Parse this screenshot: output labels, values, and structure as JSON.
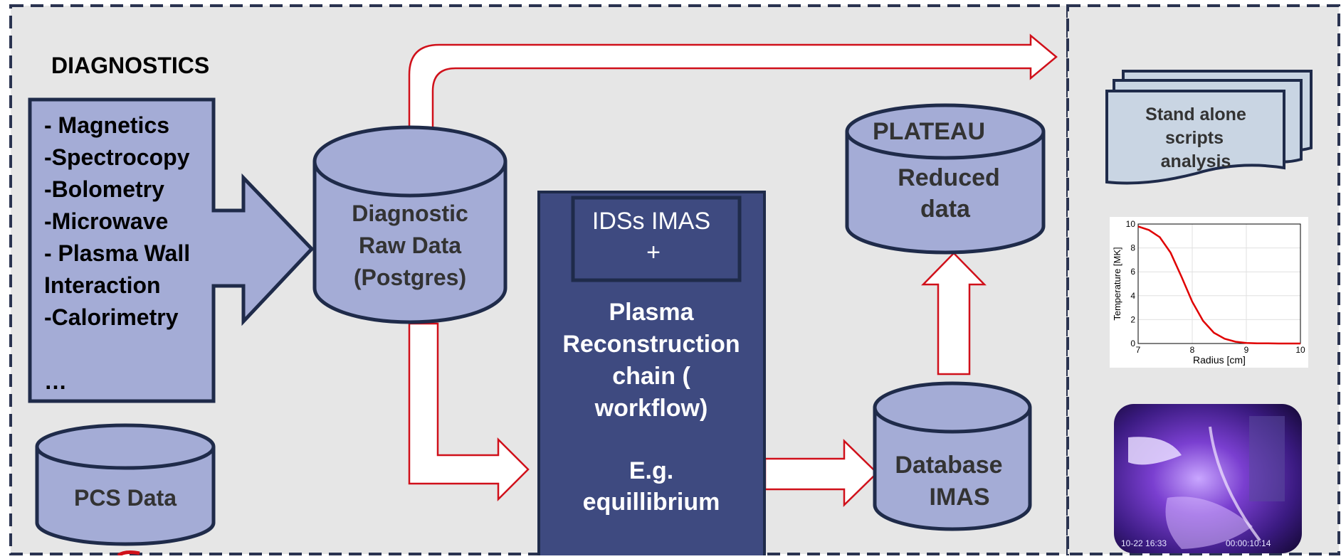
{
  "title": "DIAGNOSTICS",
  "diagnostics_list": [
    "- Magnetics",
    "-Spectrocopy",
    "-Bolometry",
    "-Microwave",
    "- Plasma Wall",
    "Interaction",
    "-Calorimetry",
    "",
    "…"
  ],
  "raw_data": [
    "Diagnostic",
    "Raw Data",
    "(Postgres)"
  ],
  "pcs": "PCS Data",
  "ids_box": [
    "IDSs IMAS",
    "+"
  ],
  "reconstruction": [
    "Plasma",
    "Reconstruction",
    "chain (",
    "workflow)",
    "",
    "E.g.",
    "equillibrium"
  ],
  "database": [
    "Database",
    "IMAS"
  ],
  "plateau": {
    "title": "PLATEAU",
    "body": [
      "Reduced",
      "data"
    ]
  },
  "scripts": [
    "Stand alone",
    "scripts",
    "analysis"
  ],
  "plot": {
    "ylabel": "Temperature [MK]",
    "xlabel": "Radius [cm]",
    "xticks": [
      "7",
      "8",
      "9",
      "10"
    ],
    "yticks": [
      "0",
      "2",
      "4",
      "6",
      "8",
      "10"
    ]
  },
  "photo": {
    "timestamp_left": "10-22 16:33",
    "timestamp_right": "00:00:10:14"
  },
  "colors": {
    "panel": "#e6e6e6",
    "fill": "#a4acd6",
    "dark": "#3e4a80",
    "stroke": "#1f2b4a",
    "arrow": "#d0101a",
    "scripts_fill": "#c9d5e3"
  },
  "chart_data": {
    "type": "line",
    "xlabel": "Radius [cm]",
    "ylabel": "Temperature [MK]",
    "xlim": [
      7,
      10
    ],
    "ylim": [
      0,
      10
    ],
    "grid": true,
    "series": [
      {
        "x": [
          7.0,
          7.2,
          7.4,
          7.6,
          7.8,
          8.0,
          8.2,
          8.4,
          8.6,
          8.8,
          9.0,
          9.2,
          9.4,
          9.6,
          9.8,
          10.0
        ],
        "y": [
          9.8,
          9.5,
          8.9,
          7.6,
          5.6,
          3.5,
          1.9,
          0.9,
          0.4,
          0.15,
          0.05,
          0.02,
          0.01,
          0.0,
          0.0,
          0.0
        ]
      }
    ]
  }
}
